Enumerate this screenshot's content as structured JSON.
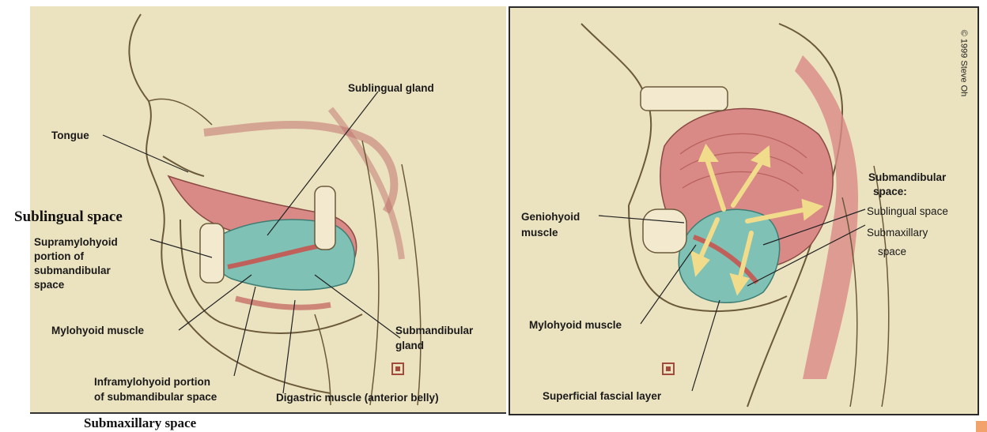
{
  "left": {
    "labels": {
      "sublingual_gland": "Sublingual gland",
      "tongue": "Tongue",
      "supramylohyoid_line1": "Supramylohyoid",
      "supramylohyoid_line2": "portion of",
      "supramylohyoid_line3": "submandibular",
      "supramylohyoid_line4": "space",
      "mylohyoid": "Mylohyoid muscle",
      "submandibular_gland_line1": "Submandibular",
      "submandibular_gland_line2": "gland",
      "inframylohyoid_line1": "Inframylohyoid portion",
      "inframylohyoid_line2": "of submandibular space",
      "digastric": "Digastric muscle (anterior belly)"
    }
  },
  "right": {
    "labels": {
      "geniohyoid_line1": "Geniohyoid",
      "geniohyoid_line2": "muscle",
      "submandibular_space_line1": "Submandibular",
      "submandibular_space_line2": "space:",
      "sublingual_space": "Sublingual space",
      "submaxillary_line1": "Submaxillary",
      "submaxillary_line2": "space",
      "mylohyoid": "Mylohyoid muscle",
      "superficial": "Superficial fascial layer"
    },
    "copyright": "© 1999 Steve Oh"
  },
  "annotations": {
    "sublingual_space": "Sublingual space",
    "submaxillary_space": "Submaxillary space"
  },
  "colors": {
    "parchment": "#ebe2bf",
    "muscle": "#d98a86",
    "space_fill": "#7fc1b5",
    "arrow": "#f1dc8c"
  }
}
